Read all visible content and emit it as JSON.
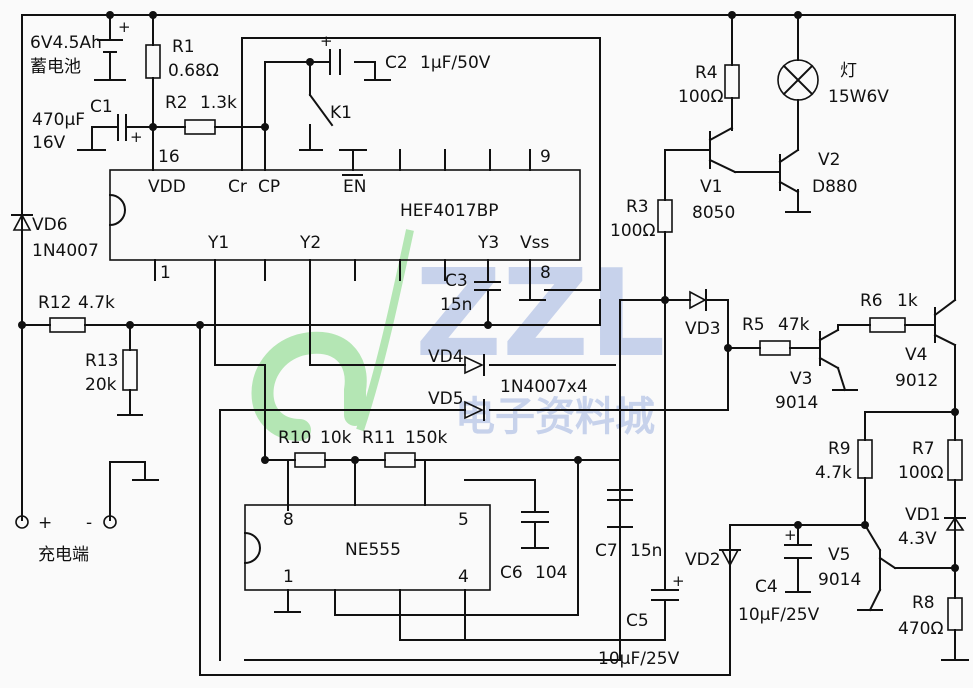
{
  "battery": {
    "label1": "6V4.5Ah",
    "label2": "蓄电池"
  },
  "resistors": {
    "R1": {
      "name": "R1",
      "value": "0.68Ω"
    },
    "R2": {
      "name": "R2",
      "value": "1.3k"
    },
    "R3": {
      "name": "R3",
      "value": "100Ω"
    },
    "R4": {
      "name": "R4",
      "value": "100Ω"
    },
    "R5": {
      "name": "R5",
      "value": "47k"
    },
    "R6": {
      "name": "R6",
      "value": "1k"
    },
    "R7": {
      "name": "R7",
      "value": "100Ω"
    },
    "R8": {
      "name": "R8",
      "value": "470Ω"
    },
    "R9": {
      "name": "R9",
      "value": "4.7k"
    },
    "R10": {
      "name": "R10",
      "value": "10k"
    },
    "R11": {
      "name": "R11",
      "value": "150k"
    },
    "R12": {
      "name": "R12",
      "value": "4.7k"
    },
    "R13": {
      "name": "R13",
      "value": "20k"
    }
  },
  "capacitors": {
    "C1": {
      "name": "C1",
      "value1": "470μF",
      "value2": "16V"
    },
    "C2": {
      "name": "C2",
      "value": "1μF/50V"
    },
    "C3": {
      "name": "C3",
      "value": "15n"
    },
    "C4": {
      "name": "C4",
      "value": "10μF/25V"
    },
    "C5": {
      "name": "C5",
      "value": "10μF/25V"
    },
    "C6": {
      "name": "C6",
      "value": "104"
    },
    "C7": {
      "name": "C7",
      "value": "15n"
    }
  },
  "diodes": {
    "VD1": {
      "name": "VD1",
      "value": "4.3V"
    },
    "VD2": {
      "name": "VD2"
    },
    "VD3": {
      "name": "VD3"
    },
    "VD4": {
      "name": "VD4"
    },
    "VD5": {
      "name": "VD5"
    },
    "VD6": {
      "name": "VD6",
      "value": "1N4007"
    },
    "group": "1N4007x4"
  },
  "transistors": {
    "V1": {
      "name": "V1",
      "value": "8050"
    },
    "V2": {
      "name": "V2",
      "value": "D880"
    },
    "V3": {
      "name": "V3",
      "value": "9014"
    },
    "V4": {
      "name": "V4",
      "value": "9012"
    },
    "V5": {
      "name": "V5",
      "value": "9014"
    }
  },
  "lamp": {
    "name": "灯",
    "value": "15W6V"
  },
  "switch": {
    "name": "K1"
  },
  "ic1": {
    "name": "HEF4017BP",
    "pin16": "16",
    "pin9": "9",
    "pin1": "1",
    "pin8": "8",
    "vdd": "VDD",
    "cr": "Cr",
    "cp": "CP",
    "en": "EN",
    "y1": "Y1",
    "y2": "Y2",
    "y3": "Y3",
    "vss": "Vss"
  },
  "ic2": {
    "name": "NE555",
    "pin8": "8",
    "pin5": "5",
    "pin1": "1",
    "pin4": "4"
  },
  "charge": {
    "label": "充电端",
    "plus": "+",
    "minus": "-"
  },
  "battery_plus": "+",
  "c1_plus": "+",
  "c2_plus": "+",
  "c4_plus": "+",
  "c5_plus": "+",
  "watermark": {
    "logo": "ZZL",
    "text": "电子资料城"
  }
}
